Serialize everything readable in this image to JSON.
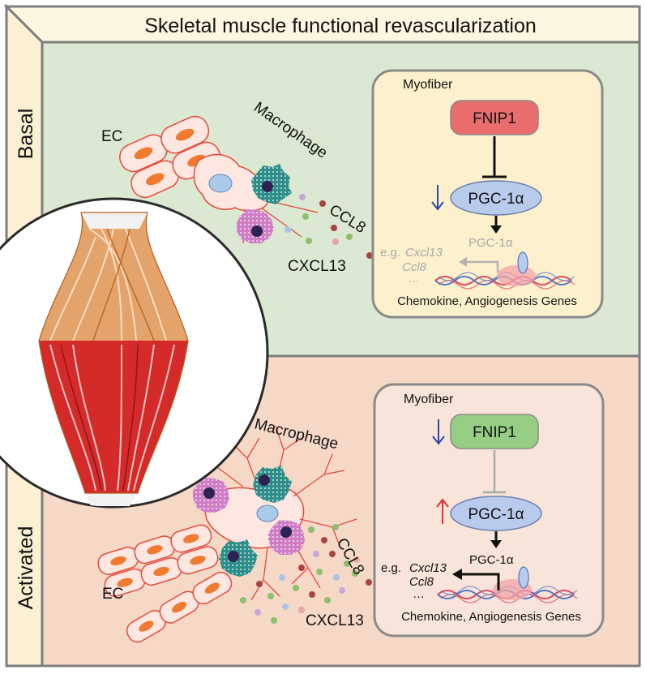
{
  "title": "Skeletal muscle functional revascularization",
  "basal": {
    "side_label": "Basal",
    "ec_label": "EC",
    "macrophage_label": "Macrophage",
    "ccl8_label": "CCL8",
    "cxcl13_label": "CXCL13",
    "box": {
      "title": "Myofiber",
      "protein_top": "FNIP1",
      "protein_mid": "PGC-1α",
      "protein_dna": "PGC-1α",
      "eg_prefix": "e.g.",
      "gene1": "Cxcl13",
      "gene2": "Ccl8",
      "ellipsis": "…",
      "genes_caption": "Chemokine, Angiogenesis Genes"
    }
  },
  "activated": {
    "side_label": "Activated",
    "ec_label": "EC",
    "macrophage_label": "Macrophage",
    "ccl8_label": "CCL8",
    "cxcl13_label": "CXCL13",
    "box": {
      "title": "Myofiber",
      "protein_top": "FNIP1",
      "protein_mid": "PGC-1α",
      "protein_dna": "PGC-1α",
      "eg_prefix": "e.g.",
      "gene1": "Cxcl13",
      "gene2": "Ccl8",
      "ellipsis": "…",
      "genes_caption": "Chemokine, Angiogenesis Genes"
    }
  },
  "colors": {
    "title_band": "#fdf6e0",
    "basal_bg": "#dbe8d2",
    "activated_bg": "#f6d8c7",
    "side_band": "#fbf0d2",
    "border": "#7d7d7d",
    "basal_box": "#fdf1cd",
    "activated_box": "#f8e4d9",
    "fnip1_basal": "#e96d6d",
    "fnip1_activated": "#96cf84",
    "pgc1a": "#b9cbec",
    "arrow_down": "#2b4aa3",
    "arrow_up": "#e23030",
    "muscle_red": "#d42a2a",
    "muscle_tan": "#e3a36a"
  }
}
